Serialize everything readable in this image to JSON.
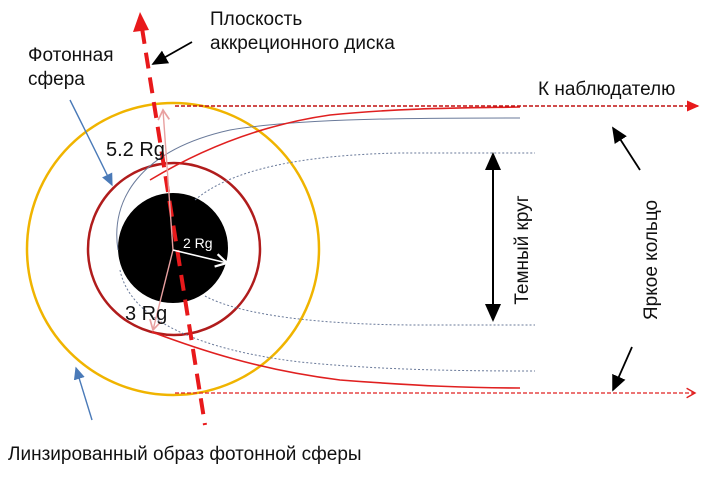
{
  "labels": {
    "disk_plane": [
      "Плоскость",
      "аккреционного диска"
    ],
    "photon_sphere": [
      "Фотонная",
      "сфера"
    ],
    "to_observer": "К наблюдателю",
    "dark_circle": "Темный круг",
    "bright_ring": "Яркое кольцо",
    "r_5_2": "5.2 Rg",
    "r_3": "3 Rg",
    "r_2": "2 Rg",
    "lensed_image": "Линзированный образ фотонной сферы"
  },
  "colors": {
    "black_hole": "#000000",
    "photon_sphere": "#b01c1c",
    "lensed_ring": "#f0b400",
    "disk_plane": "#e8191b",
    "rays": "#e02020",
    "rays_gray": "#6a7a9a",
    "pointer": "#4a7ab8"
  }
}
